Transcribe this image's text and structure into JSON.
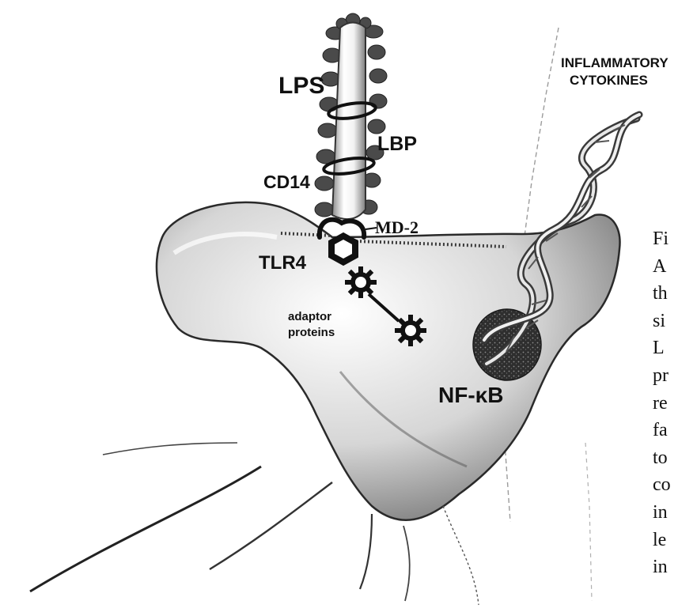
{
  "labels": {
    "lps": "LPS",
    "lbp": "LBP",
    "cd14": "CD14",
    "md2": "MD-2",
    "tlr4": "TLR4",
    "adaptor_line1": "adaptor",
    "adaptor_line2": "proteins",
    "nfkb": "NF-κB",
    "inflammatory_line1": "INFLAMMATORY",
    "inflammatory_line2": "CYTOKINES"
  },
  "caption_fragments": [
    "Fi",
    "A",
    "th",
    "si",
    "L",
    "pr",
    "re",
    "fa",
    "to",
    "co",
    "in",
    "le",
    "in"
  ],
  "colors": {
    "ink": "#111111",
    "cell_shade": "#9a9a9a",
    "cell_light": "#f2f2f2",
    "lps_glow": "#f4f4f4",
    "nucleus": "#333333"
  },
  "icons": {
    "tlr4": "hexagon-receptor-icon",
    "adaptor": "gear-icon",
    "dna": "double-helix-icon"
  }
}
